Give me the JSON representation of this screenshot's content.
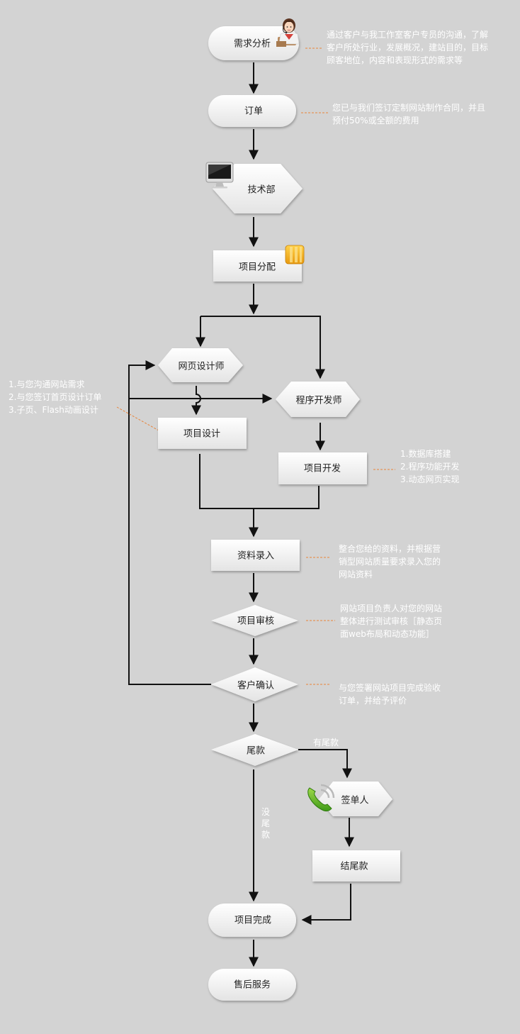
{
  "nodes": {
    "requirement_analysis": "需求分析",
    "order": "订单",
    "tech_dept": "技术部",
    "project_allocation": "项目分配",
    "web_designer": "网页设计师",
    "program_developer": "程序开发师",
    "project_design": "项目设计",
    "project_development": "项目开发",
    "data_entry": "资料录入",
    "project_review": "项目审核",
    "customer_confirm": "客户确认",
    "final_payment": "尾款",
    "signer": "签单人",
    "settle_final_payment": "结尾款",
    "project_complete": "项目完成",
    "after_sales": "售后服务"
  },
  "notes": {
    "requirement_analysis": "通过客户与我工作室客户专员的沟通，了解\n客户所处行业，发展概况，建站目的，目标\n顾客地位，内容和表现形式的需求等",
    "order": "您已与我们签订定制网站制作合同，并且\n预付50%或全额的费用",
    "designer_tasks": "1.与您沟通网站需求\n2.与您签订首页设计订单\n3.子页、Flash动画设计",
    "developer_tasks": "1.数据库搭建\n2.程序功能开发\n3.动态网页实现",
    "data_entry": "整合您给的资料，并根据营\n销型网站质量要求录入您的\n网站资料",
    "project_review": "网站项目负责人对您的网站\n整体进行测试审核［静态页\n面web布局和动态功能］",
    "customer_confirm": "与您签署网站项目完成验收\n订单，并给予评价"
  },
  "edge_labels": {
    "has_final_payment": "有尾款",
    "no_final_payment": "没尾款"
  },
  "icons": {
    "requirement_analysis": "customer-service-woman-icon",
    "tech_dept": "computer-monitor-icon",
    "project_allocation": "folder-icon",
    "signer": "telephone-icon"
  },
  "colors": {
    "background": "#d3d3d3",
    "note_text": "#ffffff",
    "dash_leader": "#e8843a",
    "arrow": "#111111"
  }
}
